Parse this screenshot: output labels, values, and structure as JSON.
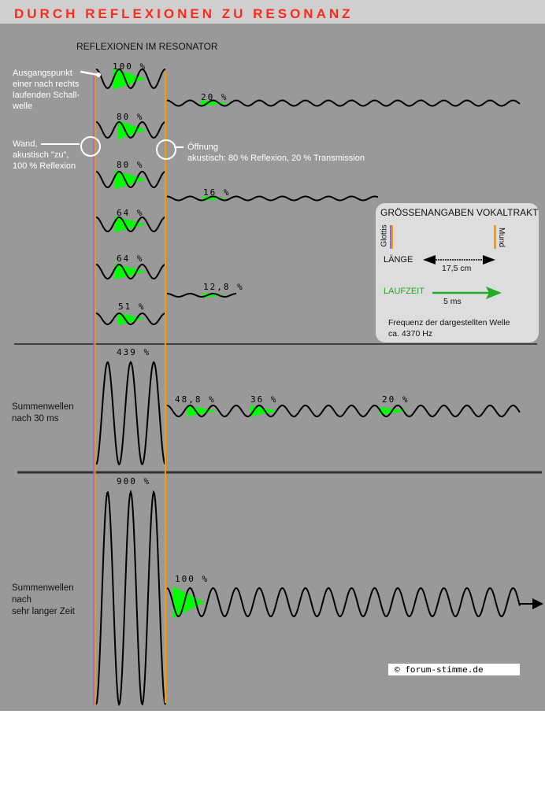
{
  "title": "DURCH REFLEXIONEN ZU RESONANZ",
  "subtitle": "REFLEXIONEN IM RESONATOR",
  "labels": {
    "start": "Ausgangspunkt einer nach rechts laufenden Schall-welle",
    "start_lines": [
      "Ausgangspunkt",
      "einer nach rechts",
      "laufenden Schall-",
      "welle"
    ],
    "wall_lines": [
      "Wand,",
      "akustisch \"zu\",",
      "100 % Reflexion"
    ],
    "opening_lines": [
      "Öffnung",
      "akustisch: 80 % Reflexion, 20 % Transmission"
    ],
    "sum30_lines": [
      "Summenwellen",
      "nach 30 ms"
    ],
    "sumlong_lines": [
      "Summenwellen",
      "nach",
      "sehr langer Zeit"
    ]
  },
  "percentages": {
    "r1": "100 %",
    "t1": "20 %",
    "r2": "80 %",
    "r3": "80 %",
    "t3": "16 %",
    "r4": "64 %",
    "r5": "64 %",
    "t5": "12,8 %",
    "r6": "51 %",
    "s30_in": "439 %",
    "s30_a": "48,8 %",
    "s30_b": "36 %",
    "s30_c": "20 %",
    "slong_in": "900 %",
    "slong_out": "100 %"
  },
  "box": {
    "title": "GRÖSSENANGABEN VOKALTRAKT",
    "glottis": "Glottis",
    "mund": "Mund",
    "length_label": "LÄNGE",
    "length_value": "17,5 cm",
    "time_label": "LAUFZEIT",
    "time_value": "5 ms",
    "freq_line1": "Frequenz der dargestellten Welle",
    "freq_line2": "ca. 4370 Hz"
  },
  "copyright": "© forum-stimme.de",
  "colors": {
    "title": "#ff2a1a",
    "wall": "#ff9900",
    "glottis": "#9966cc",
    "highlight": "#00ff00",
    "time_arrow": "#22aa22"
  }
}
